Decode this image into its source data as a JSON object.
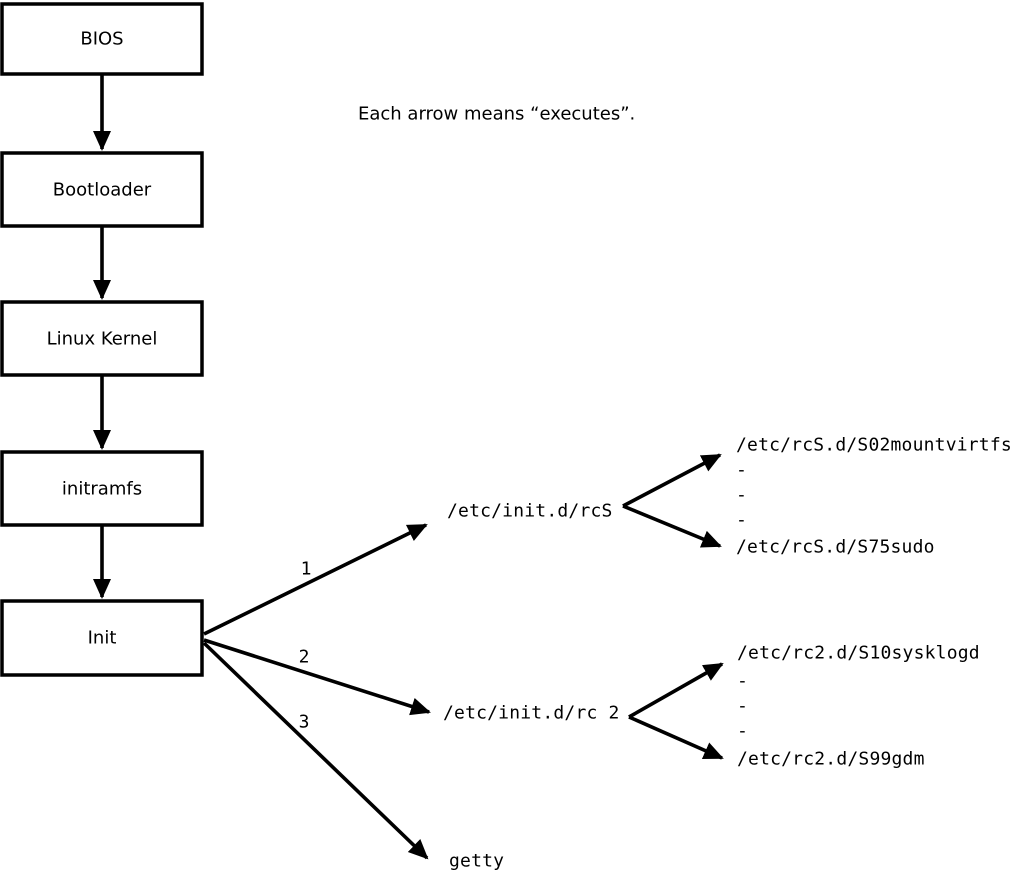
{
  "diagram": {
    "caption": "Each arrow means “executes”.",
    "colors": {
      "foreground": "#000000",
      "background": "#ffffff"
    },
    "boot_chain": [
      {
        "label": "BIOS"
      },
      {
        "label": "Bootloader"
      },
      {
        "label": "Linux Kernel"
      },
      {
        "label": "initramfs"
      },
      {
        "label": "Init"
      }
    ],
    "init_branches": [
      {
        "order": "1",
        "target": "/etc/init.d/rcS",
        "children": [
          "/etc/rcS.d/S02mountvirtfs",
          "-",
          "-",
          "-",
          "/etc/rcS.d/S75sudo"
        ]
      },
      {
        "order": "2",
        "target": "/etc/init.d/rc 2",
        "children": [
          "/etc/rc2.d/S10sysklogd",
          "-",
          "-",
          "-",
          "/etc/rc2.d/S99gdm"
        ]
      },
      {
        "order": "3",
        "target": "getty",
        "children": []
      }
    ]
  }
}
